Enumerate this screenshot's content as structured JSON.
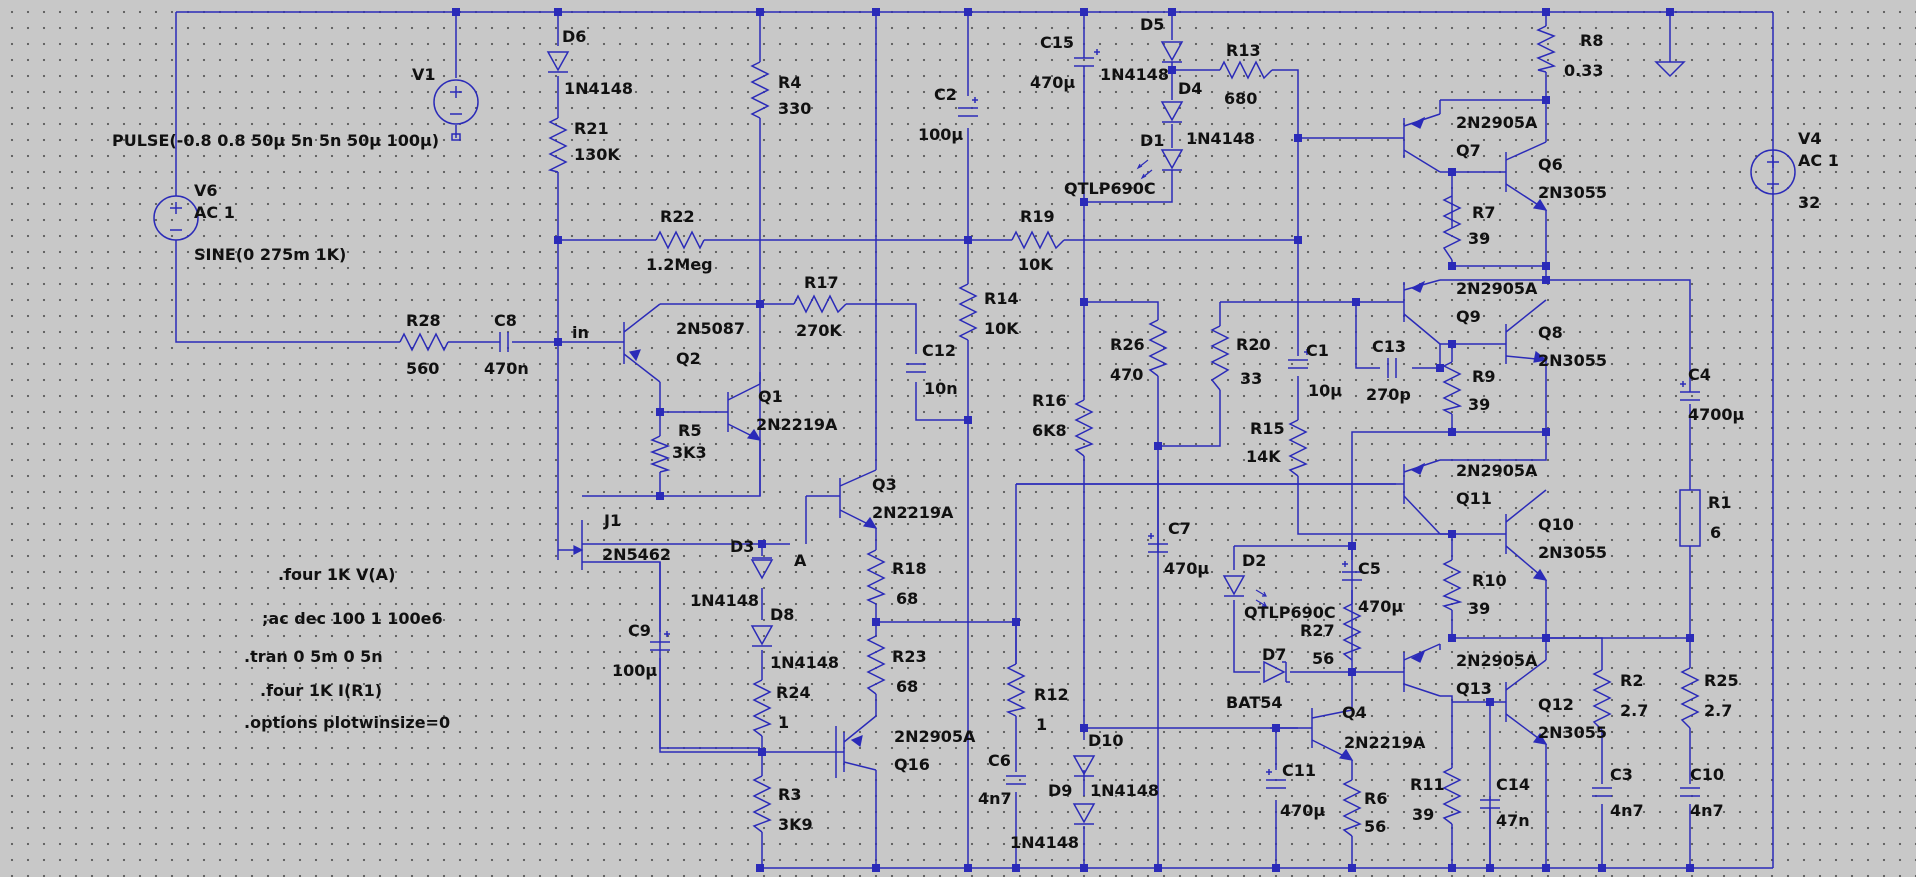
{
  "components": {
    "V1": {
      "name": "V1"
    },
    "V4": {
      "name": "V4",
      "value": "AC 1",
      "value2": "32"
    },
    "V6": {
      "name": "V6",
      "value": "AC 1",
      "value2": "SINE(0 275m 1K)",
      "value3": "PULSE(-0.8 0.8 50µ 5n 5n 50µ 100µ)"
    },
    "D6": {
      "name": "D6",
      "value": "1N4148"
    },
    "D5": {
      "name": "D5"
    },
    "D4": {
      "name": "D4",
      "value": "1N4148"
    },
    "D15model": {
      "value": "1N4148"
    },
    "D1": {
      "name": "D1",
      "value": "QTLP690C"
    },
    "D2": {
      "name": "D2",
      "value": "QTLP690C"
    },
    "D3": {
      "name": "D3"
    },
    "D8": {
      "name": "D8",
      "value": "1N4148"
    },
    "D3model": {
      "value": "1N4148"
    },
    "D7": {
      "name": "D7",
      "value": "BAT54"
    },
    "D10": {
      "name": "D10",
      "value": "1N4148"
    },
    "D9": {
      "name": "D9",
      "value": "1N4148"
    },
    "R4": {
      "name": "R4",
      "value": "330"
    },
    "R21": {
      "name": "R21",
      "value": "130K"
    },
    "R22": {
      "name": "R22",
      "value": "1.2Meg"
    },
    "R19": {
      "name": "R19",
      "value": "10K"
    },
    "R17": {
      "name": "R17",
      "value": "270K"
    },
    "R14": {
      "name": "R14",
      "value": "10K"
    },
    "R13": {
      "name": "R13",
      "value": "680"
    },
    "R8": {
      "name": "R8",
      "value": "0.33"
    },
    "R7": {
      "name": "R7",
      "value": "39"
    },
    "R9": {
      "name": "R9",
      "value": "39"
    },
    "R10": {
      "name": "R10",
      "value": "39"
    },
    "R11": {
      "name": "R11",
      "value": "39"
    },
    "R20": {
      "name": "R20",
      "value": "33"
    },
    "R26": {
      "name": "R26",
      "value": "470"
    },
    "R16": {
      "name": "R16",
      "value": "6K8"
    },
    "R15": {
      "name": "R15",
      "value": "14K"
    },
    "R28": {
      "name": "R28",
      "value": "560"
    },
    "R5": {
      "name": "R5",
      "value": "3K3"
    },
    "R18": {
      "name": "R18",
      "value": "68"
    },
    "R23": {
      "name": "R23",
      "value": "68"
    },
    "R24": {
      "name": "R24",
      "value": "1"
    },
    "R3": {
      "name": "R3",
      "value": "3K9"
    },
    "R12": {
      "name": "R12",
      "value": "1"
    },
    "R27": {
      "name": "R27",
      "value": "56"
    },
    "R6": {
      "name": "R6",
      "value": "56"
    },
    "R1": {
      "name": "R1",
      "value": "6"
    },
    "R2": {
      "name": "R2",
      "value": "2.7"
    },
    "R25": {
      "name": "R25",
      "value": "2.7"
    },
    "C15": {
      "name": "C15",
      "value": "470µ"
    },
    "C2": {
      "name": "C2",
      "value": "100µ"
    },
    "C12": {
      "name": "C12",
      "value": "10n"
    },
    "C8": {
      "name": "C8",
      "value": "470n"
    },
    "C1": {
      "name": "C1",
      "value": "10µ"
    },
    "C13": {
      "name": "C13",
      "value": "270p"
    },
    "C4": {
      "name": "C4",
      "value": "4700µ"
    },
    "C7": {
      "name": "C7",
      "value": "470µ"
    },
    "C5": {
      "name": "C5",
      "value": "470µ"
    },
    "C9": {
      "name": "C9",
      "value": "100µ"
    },
    "C6": {
      "name": "C6",
      "value": "4n7"
    },
    "C11": {
      "name": "C11",
      "value": "470µ"
    },
    "C14": {
      "name": "C14",
      "value": "47n"
    },
    "C3": {
      "name": "C3",
      "value": "4n7"
    },
    "C10": {
      "name": "C10",
      "value": "4n7"
    },
    "Q1": {
      "name": "Q1",
      "value": "2N2219A"
    },
    "Q2": {
      "name": "Q2",
      "value": "2N5087"
    },
    "Q3": {
      "name": "Q3",
      "value": "2N2219A"
    },
    "Q4": {
      "name": "Q4",
      "value": "2N2219A"
    },
    "Q6": {
      "name": "Q6",
      "value": "2N3055"
    },
    "Q7": {
      "name": "Q7",
      "value": "2N2905A"
    },
    "Q8": {
      "name": "Q8",
      "value": "2N3055"
    },
    "Q9": {
      "name": "Q9",
      "value": "2N2905A"
    },
    "Q10": {
      "name": "Q10",
      "value": "2N3055"
    },
    "Q11": {
      "name": "Q11",
      "value": "2N2905A"
    },
    "Q12": {
      "name": "Q12",
      "value": "2N3055"
    },
    "Q13": {
      "name": "Q13",
      "value": "2N2905A"
    },
    "Q16": {
      "name": "Q16",
      "value": "2N2905A"
    },
    "J1": {
      "name": "J1",
      "value": "2N5462"
    }
  },
  "nets": {
    "in": "in",
    "A": "A"
  },
  "directives": [
    ".four 1K V(A)",
    ";ac dec 100 1 100e6",
    ".tran 0 5m 0 5n",
    ".four 1K I(R1)",
    ".options plotwinsize=0"
  ],
  "colors": {
    "wire": "#2b2bb8",
    "background": "#c8c8c8",
    "text": "#111111"
  }
}
